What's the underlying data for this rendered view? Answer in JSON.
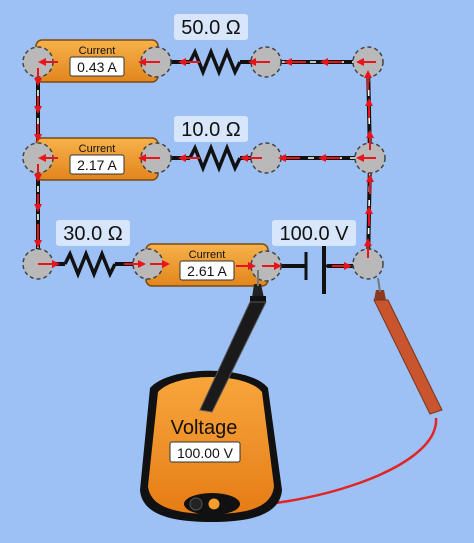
{
  "resistors": [
    {
      "id": "r1",
      "value": "50.0 Ω"
    },
    {
      "id": "r2",
      "value": "10.0 Ω"
    },
    {
      "id": "r3",
      "value": "30.0 Ω"
    }
  ],
  "battery": {
    "value": "100.0 V"
  },
  "ammeters": [
    {
      "id": "a1",
      "title": "Current",
      "reading": "0.43 A"
    },
    {
      "id": "a2",
      "title": "Current",
      "reading": "2.17 A"
    },
    {
      "id": "a3",
      "title": "Current",
      "reading": "2.61 A"
    }
  ],
  "voltmeter": {
    "title": "Voltage",
    "reading": "100.00 V"
  },
  "colors": {
    "background": "#9ec1f5",
    "meter_orange": "#f39c2f",
    "current_arrow": "#e8141b",
    "wire": "#111111",
    "probe_red": "#c8552e",
    "probe_black": "#1a1a1a"
  }
}
